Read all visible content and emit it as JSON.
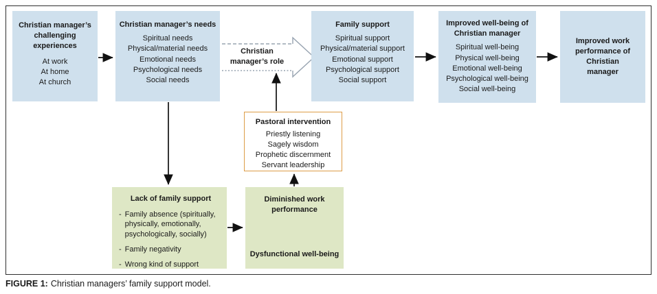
{
  "colors": {
    "box_blue": "#cfe0ed",
    "box_green": "#dee7c5",
    "pastoral_border": "#dd9c45",
    "arrow_black": "#111111",
    "block_arrow_outline": "#97a3b0",
    "border_dark": "#2e2e2e",
    "text_dark": "#1a1a1a"
  },
  "boxes": {
    "challenging": {
      "title": "Christian manager’s challenging experiences",
      "items": [
        "At work",
        "At home",
        "At church"
      ]
    },
    "needs": {
      "title": "Christian manager’s needs",
      "items": [
        "Spiritual needs",
        "Physical/material needs",
        "Emotional needs",
        "Psychological needs",
        "Social needs"
      ]
    },
    "role": {
      "label": "Christian manager’s role"
    },
    "family_support": {
      "title": "Family support",
      "items": [
        "Spiritual support",
        "Physical/material support",
        "Emotional support",
        "Psychological support",
        "Social support"
      ]
    },
    "wellbeing": {
      "title": "Improved well-being of Christian manager",
      "items": [
        "Spiritual well-being",
        "Physical well-being",
        "Emotional well-being",
        "Psychological well-being",
        "Social well-being"
      ]
    },
    "work_performance": {
      "title": "Improved work performance of Christian manager"
    },
    "pastoral": {
      "title": "Pastoral intervention",
      "items": [
        "Priestly listening",
        "Sagely wisdom",
        "Prophetic discernment",
        "Servant leadership"
      ]
    },
    "lack_of_support": {
      "title": "Lack of family support",
      "bullet": "-",
      "items": [
        "Family absence (spiritually, physically, emotionally, psychologically, socially)",
        "Family negativity",
        "Wrong kind of support"
      ]
    },
    "diminished": {
      "top": "Diminished work performance",
      "bottom": "Dysfunctional well-being"
    }
  },
  "caption": {
    "label": "FIGURE 1:",
    "text": "Christian managers’ family support model."
  }
}
